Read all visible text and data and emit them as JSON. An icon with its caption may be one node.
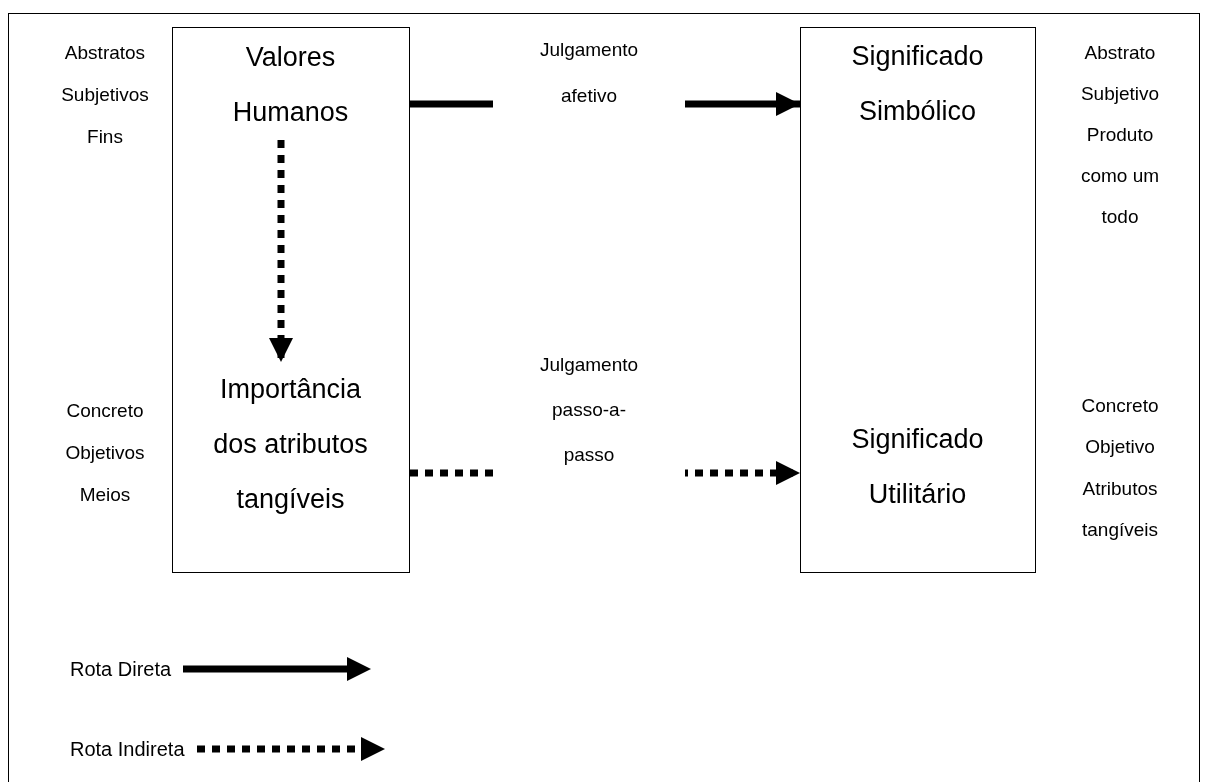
{
  "diagram": {
    "nodes": [
      {
        "text": [],
        "shape": "box"
      },
      {
        "text": [
          "Valores Humanos"
        ],
        "in": 0
      },
      {
        "text": [
          "Importância dos atributos tangíveis"
        ],
        "in": 0
      },
      {
        "text": [],
        "shape": "box"
      },
      {
        "text": [
          "Significado Simbólico"
        ],
        "in": 3
      },
      {
        "text": [
          "Significado Utilitário"
        ],
        "in": 3
      }
    ],
    "edges": [
      {
        "from": 1,
        "to": 2,
        "arrow": "to",
        "style": "dashed"
      },
      {
        "from": 1,
        "to": 4,
        "arrow": "to",
        "label": "Julgamento afetivo"
      },
      {
        "from": 2,
        "to": 5,
        "arrow": "to",
        "style": "dashed",
        "label": "Julgamento passo-a-passo"
      }
    ],
    "labels": [
      "Abstratos",
      "Subjetivos",
      "Fins",
      "Abstrato",
      "Subjetivo",
      "Produto como um todo",
      "Concreto",
      "Objetivos",
      "Meios",
      "Concreto",
      "Objetivo",
      "Atributos tangíveis"
    ],
    "legend": [
      {
        "text": "Rota Direta"
      },
      {
        "text": "Rota Indireta"
      }
    ]
  }
}
